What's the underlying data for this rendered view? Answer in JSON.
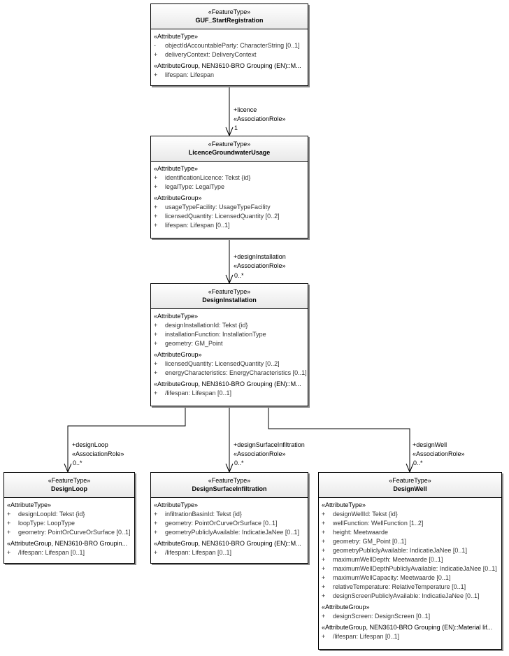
{
  "classes": {
    "start": {
      "stereotype": "«FeatureType»",
      "name": "GUF_StartRegistration",
      "sections": [
        {
          "header": "«AttributeType»",
          "attrs": [
            {
              "vis": "-",
              "text": "objectIdAccountableParty: CharacterString [0..1]"
            },
            {
              "vis": "+",
              "text": "deliveryContext: DeliveryContext"
            }
          ]
        },
        {
          "header": "«AttributeGroup, NEN3610-BRO Grouping (EN)::M...",
          "attrs": [
            {
              "vis": "+",
              "text": "lifespan: Lifespan"
            }
          ]
        }
      ]
    },
    "licence": {
      "stereotype": "«FeatureType»",
      "name": "LicenceGroundwaterUsage",
      "sections": [
        {
          "header": "«AttributeType»",
          "attrs": [
            {
              "vis": "+",
              "text": "identificationLicence: Tekst {id}"
            },
            {
              "vis": "+",
              "text": "legalType: LegalType"
            }
          ]
        },
        {
          "header": "«AttributeGroup»",
          "attrs": [
            {
              "vis": "+",
              "text": "usageTypeFacility: UsageTypeFacility"
            },
            {
              "vis": "+",
              "text": "licensedQuantity: LicensedQuantity [0..2]"
            },
            {
              "vis": "+",
              "text": "lifespan: Lifespan [0..1]"
            }
          ]
        }
      ]
    },
    "installation": {
      "stereotype": "«FeatureType»",
      "name": "DesignInstallation",
      "sections": [
        {
          "header": "«AttributeType»",
          "attrs": [
            {
              "vis": "+",
              "text": "designInstallationId: Tekst {id}"
            },
            {
              "vis": "+",
              "text": "installationFunction: InstallationType"
            },
            {
              "vis": "+",
              "text": "geometry: GM_Point"
            }
          ]
        },
        {
          "header": "«AttributeGroup»",
          "attrs": [
            {
              "vis": "+",
              "text": "licensedQuantity: LicensedQuantity [0..2]"
            },
            {
              "vis": "+",
              "text": "energyCharacteristics: EnergyCharacteristics [0..1]"
            }
          ]
        },
        {
          "header": "«AttributeGroup, NEN3610-BRO Grouping (EN)::M...",
          "attrs": [
            {
              "vis": "+",
              "text": "/lifespan: Lifespan [0..1]"
            }
          ]
        }
      ]
    },
    "loop": {
      "stereotype": "«FeatureType»",
      "name": "DesignLoop",
      "sections": [
        {
          "header": "«AttributeType»",
          "attrs": [
            {
              "vis": "+",
              "text": "designLoopId: Tekst {id}"
            },
            {
              "vis": "+",
              "text": "loopType: LoopType"
            },
            {
              "vis": "+",
              "text": "geometry: PointOrCurveOrSurface [0..1]"
            }
          ]
        },
        {
          "header": "«AttributeGroup, NEN3610-BRO Groupin...",
          "attrs": [
            {
              "vis": "+",
              "text": "/lifespan: Lifespan [0..1]"
            }
          ]
        }
      ]
    },
    "surface": {
      "stereotype": "«FeatureType»",
      "name": "DesignSurfaceInfiltration",
      "sections": [
        {
          "header": "«AttributeType»",
          "attrs": [
            {
              "vis": "+",
              "text": "infiltrationBasinId: Tekst {id}"
            },
            {
              "vis": "+",
              "text": "geometry: PointOrCurveOrSurface [0..1]"
            },
            {
              "vis": "+",
              "text": "geometryPubliclyAvailable: IndicatieJaNee [0..1]"
            }
          ]
        },
        {
          "header": "«AttributeGroup, NEN3610-BRO Grouping (EN)::M...",
          "attrs": [
            {
              "vis": "+",
              "text": "/lifespan: Lifespan [0..1]"
            }
          ]
        }
      ]
    },
    "well": {
      "stereotype": "«FeatureType»",
      "name": "DesignWell",
      "sections": [
        {
          "header": "«AttributeType»",
          "attrs": [
            {
              "vis": "+",
              "text": "designWellId: Tekst {id}"
            },
            {
              "vis": "+",
              "text": "wellFunction: WellFunction [1..2]"
            },
            {
              "vis": "+",
              "text": "height: Meetwaarde"
            },
            {
              "vis": "+",
              "text": "geometry: GM_Point [0..1]"
            },
            {
              "vis": "+",
              "text": "geometryPubliclyAvailable: IndicatieJaNee [0..1]"
            },
            {
              "vis": "+",
              "text": "maximumWellDepth: Meetwaarde [0..1]"
            },
            {
              "vis": "+",
              "text": "maximumWellDepthPubliclyAvailable: IndicatieJaNee [0..1]"
            },
            {
              "vis": "+",
              "text": "maximumWellCapacity: Meetwaarde [0..1]"
            },
            {
              "vis": "+",
              "text": "relativeTemperature: RelativeTemperature [0..1]"
            },
            {
              "vis": "+",
              "text": "designScreenPubliclyAvailable: IndicatieJaNee [0..1]"
            }
          ]
        },
        {
          "header": "«AttributeGroup»",
          "attrs": [
            {
              "vis": "+",
              "text": "designScreen: DesignScreen [0..1]"
            }
          ]
        },
        {
          "header": "«AttributeGroup, NEN3610-BRO Grouping (EN)::Material lif...",
          "attrs": [
            {
              "vis": "+",
              "text": "/lifespan: Lifespan [0..1]"
            }
          ]
        }
      ]
    }
  },
  "associations": {
    "licence": {
      "role": "+licence",
      "stereotype": "«AssociationRole»",
      "multiplicity": "1"
    },
    "installation": {
      "role": "+designInstallation",
      "stereotype": "«AssociationRole»",
      "multiplicity": "0..*"
    },
    "loop": {
      "role": "+designLoop",
      "stereotype": "«AssociationRole»",
      "multiplicity": "0..*"
    },
    "surface": {
      "role": "+designSurfaceInfiltration",
      "stereotype": "«AssociationRole»",
      "multiplicity": "0..*"
    },
    "well": {
      "role": "+designWell",
      "stereotype": "«AssociationRole»",
      "multiplicity": "0..*"
    }
  }
}
